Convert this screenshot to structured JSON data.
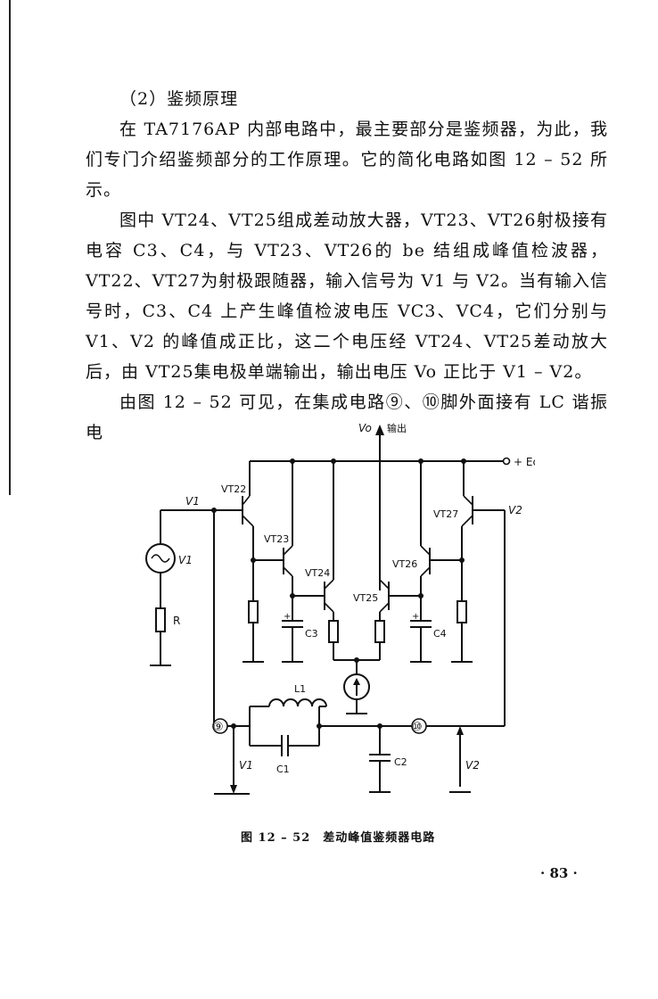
{
  "paragraphs": [
    "（2）鉴频原理",
    "在 TA7176AP 内部电路中，最主要部分是鉴频器，为此，我们专门介绍鉴频部分的工作原理。它的简化电路如图 12 – 52 所示。",
    "图中 VT24、VT25组成差动放大器，VT23、VT26射极接有电容 C3、C4，与 VT23、VT26的 be 结组成峰值检波器，VT22、VT27为射极跟随器，输入信号为 V1 与 V2。当有输入信号时，C3、C4 上产生峰值检波电压 VC3、VC4，它们分别与 V1、V2 的峰值成正比，这二个电压经 VT24、VT25差动放大后，由 VT25集电极单端输出，输出电压 Vo 正比于 V1 – V2。",
    "由图 12 – 52 可见，在集成电路⑨、⑩脚外面接有 LC 谐振电"
  ],
  "figure": {
    "labels": {
      "vo": "Vo",
      "output": "输出",
      "supply": "+ Ec",
      "vt22": "VT22",
      "vt23": "VT23",
      "vt24": "VT24",
      "vt25": "VT25",
      "vt26": "VT26",
      "vt27": "VT27",
      "v1": "V1",
      "v2": "V2",
      "source": "V1",
      "r": "R",
      "c3": "C3",
      "c4": "C4",
      "l1": "L1",
      "c1": "C1",
      "c2": "C2",
      "pin9": "⑨",
      "pin10": "⑩",
      "v1_bottom": "V1",
      "v2_bottom": "V2"
    }
  },
  "caption": "图 12 – 52　差动峰值鉴频器电路",
  "page_number": "· 83 ·"
}
